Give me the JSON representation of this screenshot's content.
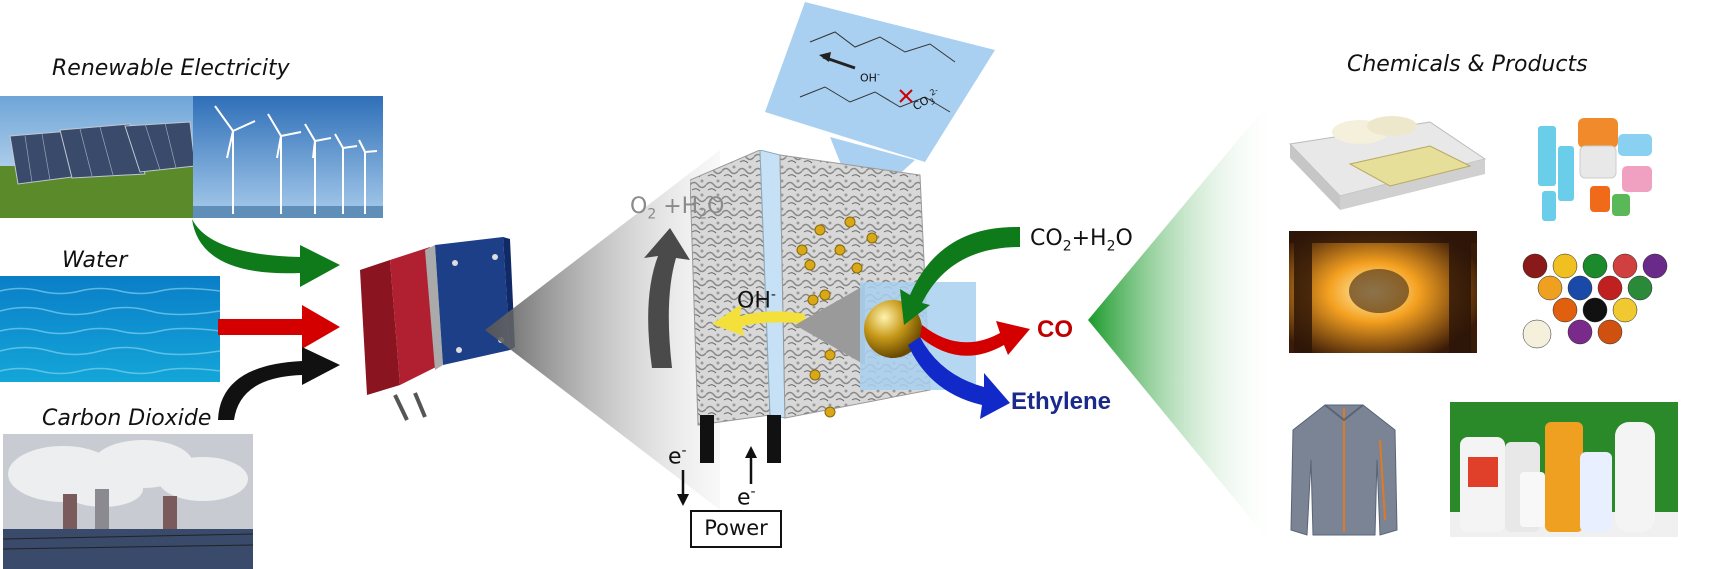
{
  "inputs": {
    "renewable_label": "Renewable Electricity",
    "water_label": "Water",
    "co2_label": "Carbon Dioxide"
  },
  "outputs": {
    "title": "Chemicals & Products"
  },
  "cell": {
    "o2_h2o": {
      "o": "O",
      "sub1": "2",
      "rest": " +H",
      "sub2": "2",
      "end": "O"
    },
    "oh_label": "OH",
    "oh_sup": "-",
    "e_left": "e",
    "e_right": "e",
    "e_sup": "-",
    "power_label": "Power",
    "membrane_oh": "OH",
    "membrane_co3": "CO",
    "membrane_co3_sub": "3",
    "membrane_co3_sup": "2-"
  },
  "catalyst": {
    "co2_h2o": {
      "a": "CO",
      "sub1": "2",
      "b": "+H",
      "sub2": "2",
      "c": "O"
    },
    "co_label": "CO",
    "ethylene_label": "Ethylene"
  },
  "colors": {
    "green_arrow": "#0e7a1a",
    "red_arrow": "#d40000",
    "black_arrow": "#111111",
    "co_text": "#c00000",
    "ethylene_text": "#1a2a8a",
    "blue_arrow": "#1029c8",
    "membrane_blue": "#a9d0f0",
    "catalyst_gold": "#c89a1a"
  }
}
